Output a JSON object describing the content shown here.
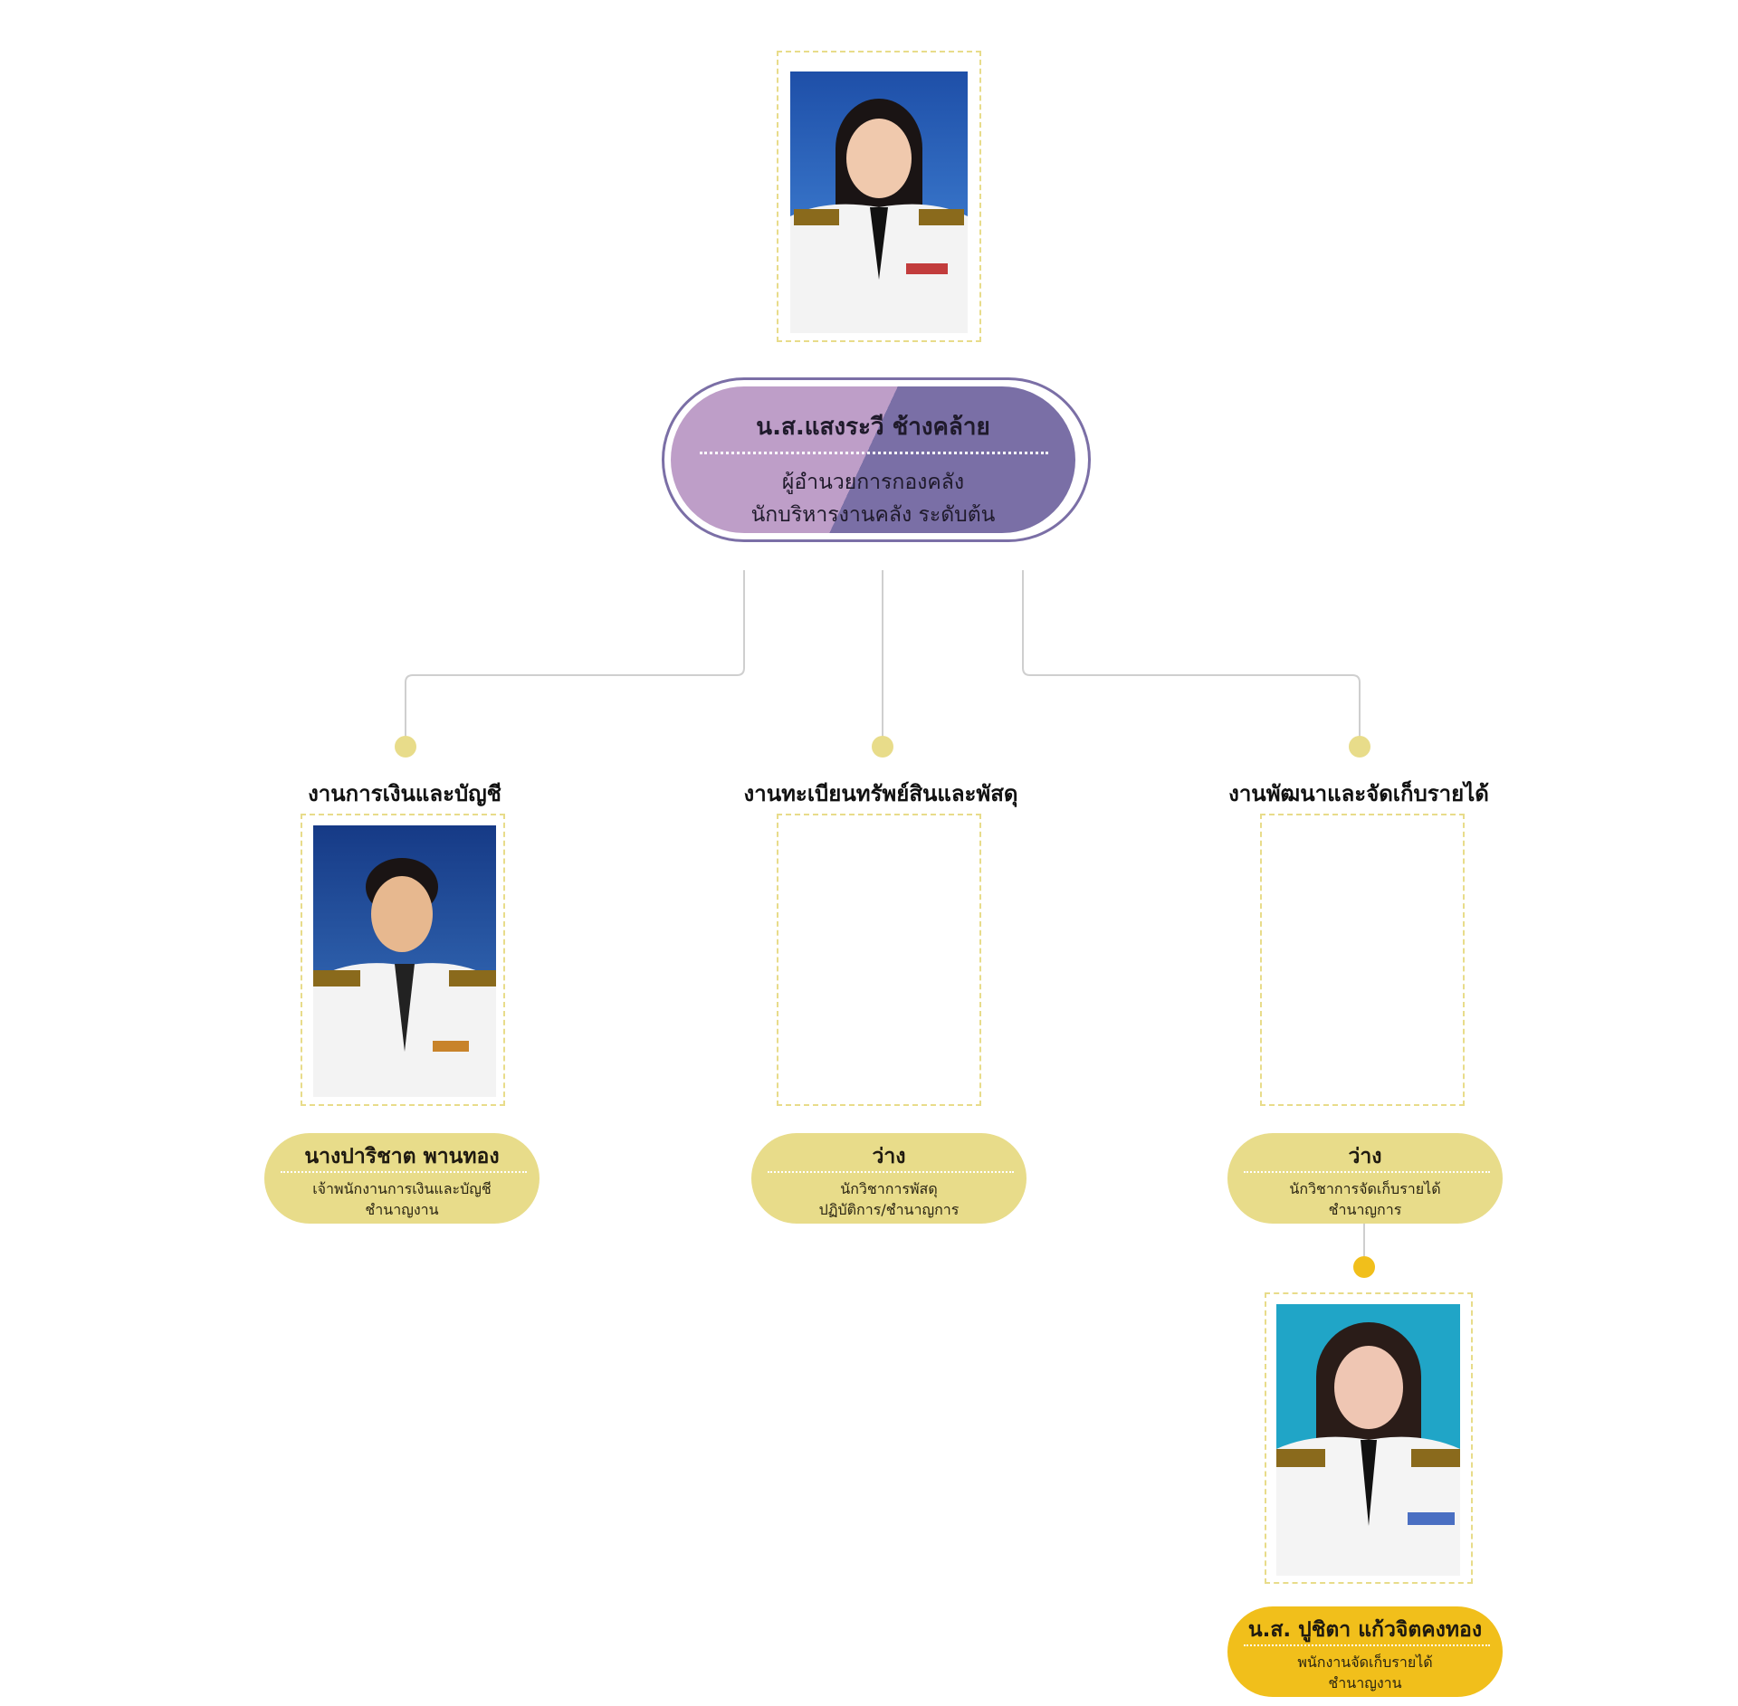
{
  "director": {
    "name": "น.ส.แสงระวี ช้างคล้าย",
    "title_line1": "ผู้อำนวยการกองคลัง",
    "title_line2": "นักบริหารงานคลัง ระดับต้น"
  },
  "departments": [
    {
      "title": "งานการเงินและบัญชี",
      "name": "นางปาริชาต พานทอง",
      "position_line1": "เจ้าพนักงานการเงินและบัญชี",
      "position_line2": "ชำนาญงาน"
    },
    {
      "title": "งานทะเบียนทรัพย์สินและพัสดุ",
      "name": "ว่าง",
      "position_line1": "นักวิชาการพัสดุ",
      "position_line2": "ปฏิบัติการ/ชำนาญการ"
    },
    {
      "title": "งานพัฒนาและจัดเก็บรายได้",
      "name": "ว่าง",
      "position_line1": "นักวิชาการจัดเก็บรายได้",
      "position_line2": "ชำนาญการ"
    }
  ],
  "subordinate": {
    "name": "น.ส. ปูชิตา แก้วจิตคงทอง",
    "position_line1": "พนักงานจัดเก็บรายได้",
    "position_line2": "ชำนาญงาน"
  },
  "colors": {
    "frame_dashed": "#e8dc8a",
    "director_light": "#be9ec8",
    "director_dark": "#7a6fa6",
    "pill": "#e8dc8a",
    "pill_highlight": "#f1bf1b",
    "connector": "#cfcfcf"
  }
}
